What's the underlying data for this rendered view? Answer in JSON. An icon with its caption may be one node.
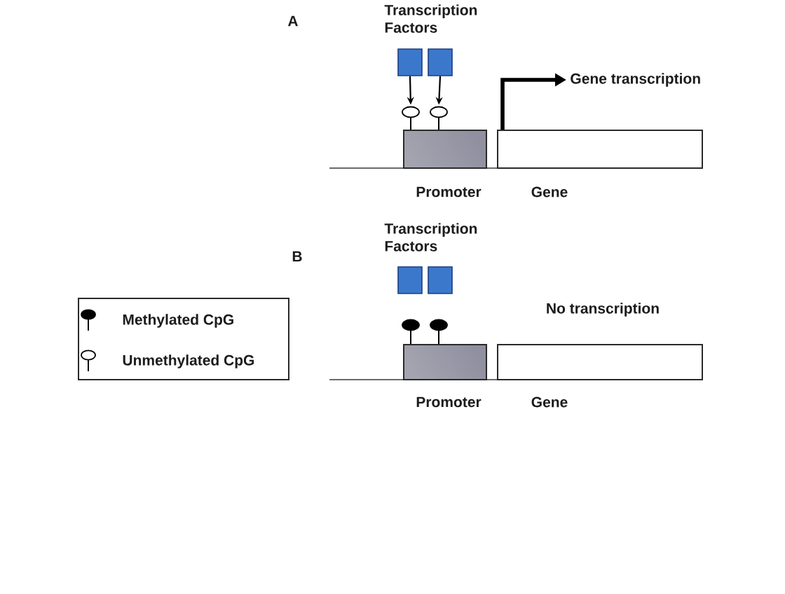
{
  "diagram": {
    "nodes": [
      {
        "text": [],
        "shape": "box"
      },
      {
        "text": [],
        "shape": "box"
      },
      {
        "text": [],
        "shape": "circle"
      },
      {
        "text": [],
        "shape": "circle"
      },
      {
        "text": [
          "Promoter"
        ]
      },
      {
        "text": [
          "Gene"
        ]
      },
      {
        "text": [
          "Gene transcription"
        ]
      },
      {
        "text": [],
        "shape": "box"
      },
      {
        "text": [],
        "shape": "box"
      },
      {
        "text": [],
        "shape": "circle"
      },
      {
        "text": [],
        "shape": "circle"
      },
      {
        "text": [
          "Promoter"
        ]
      },
      {
        "text": [
          "Gene"
        ]
      }
    ],
    "edges": [
      {
        "from": 0,
        "to": 2,
        "arrow": "to"
      },
      {
        "from": 1,
        "to": 3,
        "arrow": "to"
      },
      {
        "from": 5,
        "to": 6,
        "arrow": "to",
        "style": "thick"
      }
    ],
    "labels": [
      "A",
      "Transcription Factors",
      "B",
      "Transcription Factors",
      "No transcription"
    ],
    "legend": [
      {
        "text": "Methylated CpG"
      },
      {
        "text": "Unmethylated CpG"
      }
    ]
  }
}
